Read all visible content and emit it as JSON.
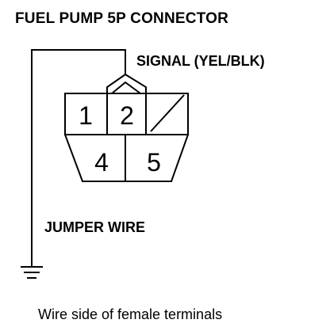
{
  "title": "FUEL PUMP 5P CONNECTOR",
  "signal_label": "SIGNAL (YEL/BLK)",
  "jumper_label": "JUMPER WIRE",
  "caption": "Wire side of female terminals",
  "connector": {
    "top_row": [
      "1",
      "2"
    ],
    "bottom_row": [
      "4",
      "5"
    ]
  },
  "icons": {
    "ground": "ground-symbol-icon",
    "empty_cavity": "empty-cavity-slash"
  },
  "colors": {
    "line": "#000000",
    "background": "#ffffff"
  }
}
